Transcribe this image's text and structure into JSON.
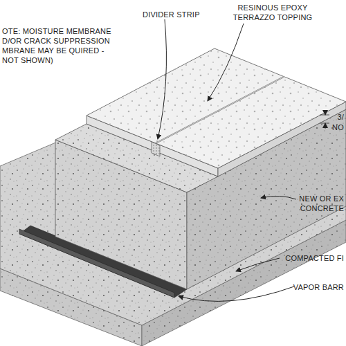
{
  "diagram": {
    "labels": [
      "DIVIDER STRIP",
      "RESINOUS EPOXY TERRAZZO TOPPING",
      "OTE: MOISTURE MEMBRANE D/OR CRACK SUPPRESSION MBRANE MAY BE QUIRED - NOT SHOWN)",
      "3/",
      "NO",
      "NEW OR EX CONCRETE",
      "COMPACTED FI",
      "VAPOR BARR"
    ]
  }
}
